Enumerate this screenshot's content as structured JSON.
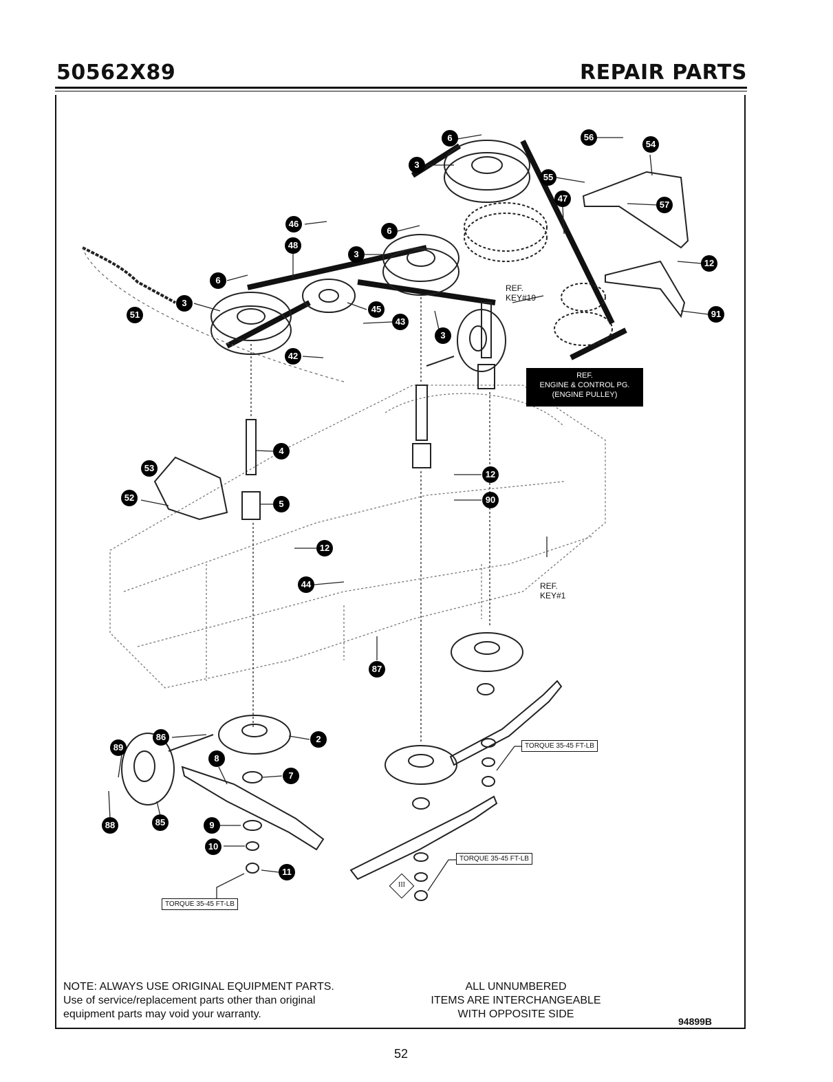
{
  "header": {
    "model": "50562X89",
    "section": "REPAIR PARTS"
  },
  "callouts": [
    {
      "id": "c6a",
      "label": "6"
    },
    {
      "id": "c3a",
      "label": "3"
    },
    {
      "id": "c56",
      "label": "56"
    },
    {
      "id": "c54",
      "label": "54"
    },
    {
      "id": "c55",
      "label": "55"
    },
    {
      "id": "c57",
      "label": "57"
    },
    {
      "id": "c47",
      "label": "47"
    },
    {
      "id": "c12a",
      "label": "12"
    },
    {
      "id": "c91",
      "label": "91"
    },
    {
      "id": "c46",
      "label": "46"
    },
    {
      "id": "c48",
      "label": "48"
    },
    {
      "id": "c6b",
      "label": "6"
    },
    {
      "id": "c3b",
      "label": "3"
    },
    {
      "id": "c6c",
      "label": "6"
    },
    {
      "id": "c3c",
      "label": "3"
    },
    {
      "id": "c51",
      "label": "51"
    },
    {
      "id": "c45",
      "label": "45"
    },
    {
      "id": "c43",
      "label": "43"
    },
    {
      "id": "c3d",
      "label": "3"
    },
    {
      "id": "c42",
      "label": "42"
    },
    {
      "id": "c4",
      "label": "4"
    },
    {
      "id": "c53",
      "label": "53"
    },
    {
      "id": "c52",
      "label": "52"
    },
    {
      "id": "c5",
      "label": "5"
    },
    {
      "id": "c12b",
      "label": "12"
    },
    {
      "id": "c12c",
      "label": "12"
    },
    {
      "id": "c90",
      "label": "90"
    },
    {
      "id": "c44",
      "label": "44"
    },
    {
      "id": "c87",
      "label": "87"
    },
    {
      "id": "c2",
      "label": "2"
    },
    {
      "id": "c86",
      "label": "86"
    },
    {
      "id": "c89",
      "label": "89"
    },
    {
      "id": "c8",
      "label": "8"
    },
    {
      "id": "c7",
      "label": "7"
    },
    {
      "id": "c88",
      "label": "88"
    },
    {
      "id": "c85",
      "label": "85"
    },
    {
      "id": "c9",
      "label": "9"
    },
    {
      "id": "c10",
      "label": "10"
    },
    {
      "id": "c11",
      "label": "11"
    }
  ],
  "references": {
    "key19": [
      "REF.",
      "KEY#19"
    ],
    "key1": [
      "REF.",
      "KEY#1"
    ],
    "engine": [
      "REF.",
      "ENGINE & CONTROL PG.",
      "(ENGINE PULLEY)"
    ]
  },
  "torque_labels": [
    "TORQUE 35-45 FT-LB",
    "TORQUE 35-45 FT-LB",
    "TORQUE 35-45 FT-LB"
  ],
  "diamond_symbol": "III",
  "notes": {
    "left": [
      "NOTE: ALWAYS USE ORIGINAL EQUIPMENT PARTS.",
      "Use of service/replacement parts other than original",
      "equipment parts may void your warranty."
    ],
    "center": [
      "ALL UNNUMBERED",
      "ITEMS ARE INTERCHANGEABLE",
      "WITH OPPOSITE SIDE"
    ]
  },
  "doc_code": "94899B",
  "page_number": "52"
}
